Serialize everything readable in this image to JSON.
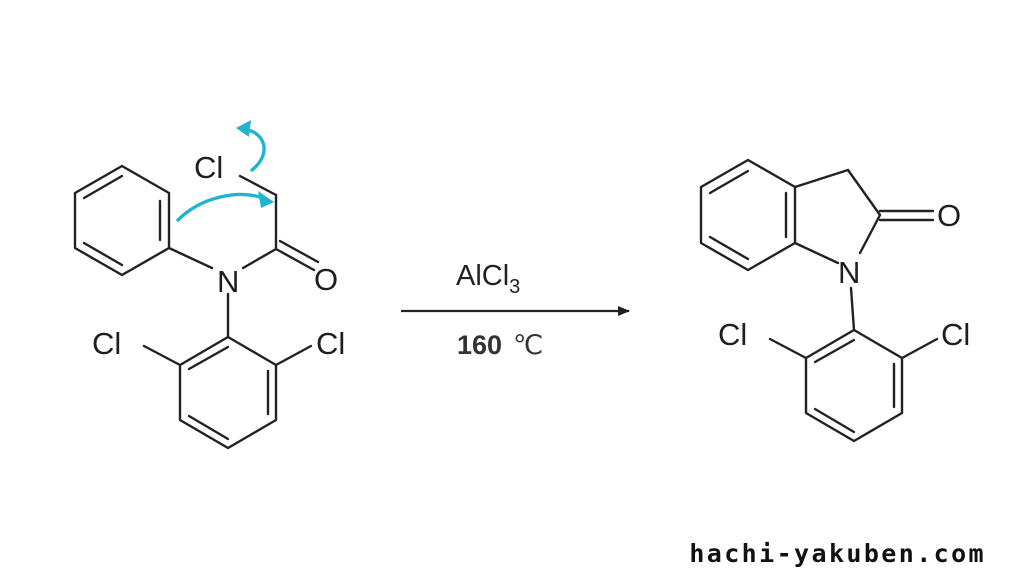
{
  "reactant": {
    "atoms": {
      "chlorine_alpha": "Cl",
      "nitrogen": "N",
      "oxygen": "O",
      "chlorine_left": "Cl",
      "chlorine_right": "Cl"
    },
    "arrow_color": "#21b3d0"
  },
  "reaction": {
    "reagent_main": "AlCl",
    "reagent_sub": "3",
    "temperature_value": "160",
    "temperature_unit": "℃"
  },
  "product": {
    "atoms": {
      "oxygen": "O",
      "nitrogen": "N",
      "chlorine_left": "Cl",
      "chlorine_right": "Cl"
    }
  },
  "watermark": "hachi-yakuben.com"
}
